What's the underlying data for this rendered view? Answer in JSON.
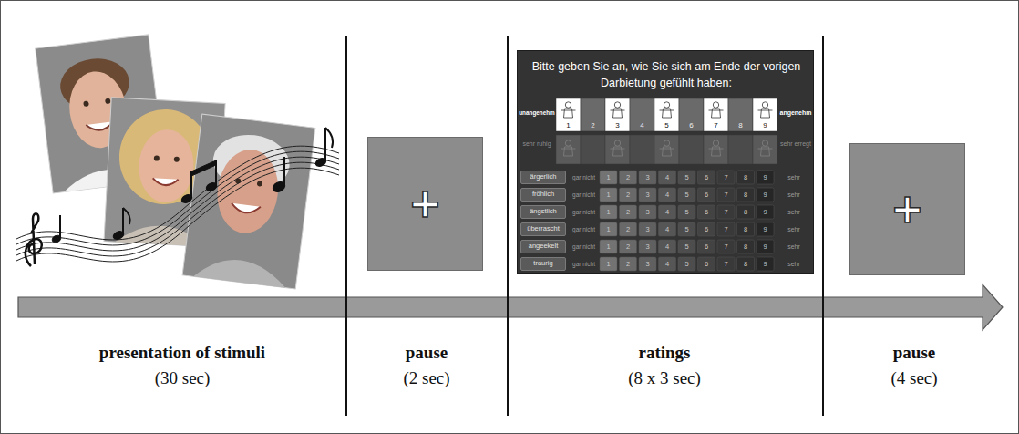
{
  "diagram": {
    "nodes": [
      {
        "text": [
          "+"
        ]
      },
      {
        "text": [
          "Bitte geben Sie an, wie Sie sich am Ende der vorigen Darbietung gefühlt haben:",
          "unangenehm",
          "1",
          "2",
          "3",
          "4",
          "5",
          "6",
          "7",
          "8",
          "9",
          "angenehm",
          "sehr ruhig",
          "sehr erregt",
          "gar nicht",
          "1",
          "2",
          "3",
          "4",
          "5",
          "6",
          "7",
          "8",
          "9",
          "sehr",
          "gar nicht",
          "1",
          "2",
          "3",
          "4",
          "5",
          "6",
          "7",
          "8",
          "9",
          "sehr",
          "gar nicht",
          "1",
          "2",
          "3",
          "4",
          "5",
          "6",
          "7",
          "8",
          "9",
          "sehr",
          "gar nicht",
          "1",
          "2",
          "3",
          "4",
          "5",
          "6",
          "7",
          "8",
          "9",
          "sehr",
          "gar nicht",
          "1",
          "2",
          "3",
          "4",
          "5",
          "6",
          "7",
          "8",
          "9",
          "sehr",
          "gar nicht",
          "1",
          "2",
          "3",
          "4",
          "5",
          "6",
          "7",
          "8",
          "9",
          "sehr"
        ]
      },
      {
        "text": [
          "ärgerlich"
        ],
        "in": 1
      },
      {
        "text": [
          "fröhlich"
        ],
        "in": 1
      },
      {
        "text": [
          "ängstlich"
        ],
        "in": 1
      },
      {
        "text": [
          "überrascht"
        ],
        "in": 1
      },
      {
        "text": [
          "angeekelt"
        ],
        "in": 1
      },
      {
        "text": [
          "traurig"
        ],
        "in": 1
      },
      {
        "text": [
          "+"
        ]
      }
    ],
    "labels": [
      "presentation of stimuli",
      "(30 sec)",
      "pause",
      "(2 sec)",
      "ratings",
      "(8 x 3 sec)",
      "pause",
      "(4 sec)"
    ]
  }
}
